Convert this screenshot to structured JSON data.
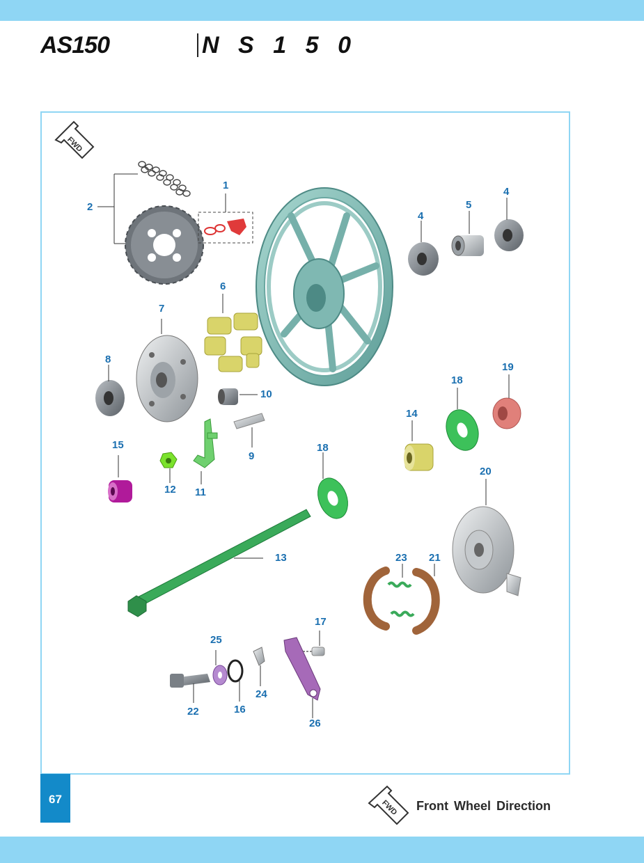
{
  "header": {
    "logo_left": "AS150",
    "logo_right": "NS150"
  },
  "diagram": {
    "fwd_badge": "FWD",
    "callouts": [
      "1",
      "2",
      "4",
      "4",
      "5",
      "6",
      "7",
      "8",
      "10",
      "9",
      "15",
      "12",
      "11",
      "18",
      "18",
      "19",
      "14",
      "20",
      "13",
      "23",
      "21",
      "17",
      "25",
      "24",
      "22",
      "16",
      "26"
    ]
  },
  "footer": {
    "page_number": "67",
    "fwd_badge": "FWD",
    "legend_label": "Front Wheel Direction"
  }
}
